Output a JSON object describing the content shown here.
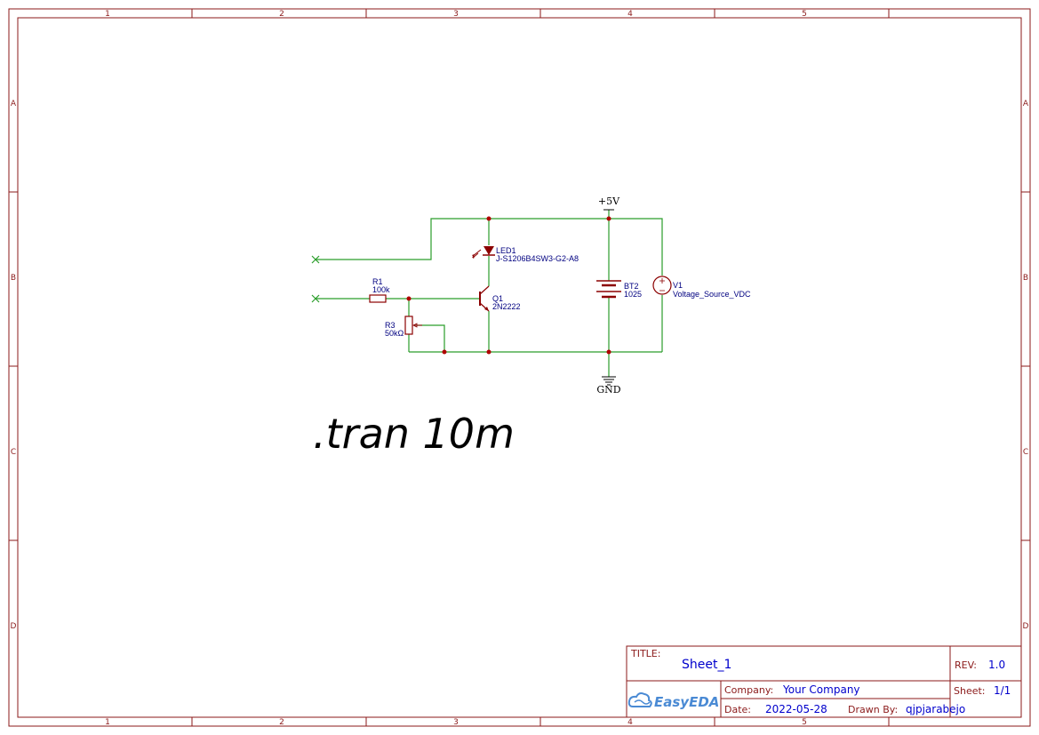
{
  "frame": {
    "columns": [
      "1",
      "2",
      "3",
      "4",
      "5"
    ],
    "rows": [
      "A",
      "B",
      "C",
      "D"
    ]
  },
  "components": {
    "led1": {
      "ref": "LED1",
      "value": "J-S1206B4SW3-G2-A8"
    },
    "r1": {
      "ref": "R1",
      "value": "100k"
    },
    "r3": {
      "ref": "R3",
      "value": "50kΩ"
    },
    "q1": {
      "ref": "Q1",
      "value": "2N2222"
    },
    "bt2": {
      "ref": "BT2",
      "value": "1025"
    },
    "v1": {
      "ref": "V1",
      "value": "Voltage_Source_VDC"
    }
  },
  "nets": {
    "vcc": "+5V",
    "gnd": "GND"
  },
  "directive": ".tran 10m",
  "title_block": {
    "title_label": "TITLE:",
    "title": "Sheet_1",
    "rev_label": "REV:",
    "rev": "1.0",
    "company_label": "Company:",
    "company": "Your Company",
    "sheet_label": "Sheet:",
    "sheet": "1/1",
    "date_label": "Date:",
    "date": "2022-05-28",
    "drawn_by_label": "Drawn By:",
    "drawn_by": "qjpjarabejo",
    "logo": "EasyEDA"
  },
  "colors": {
    "frame": "#8b1a1a",
    "wire": "#2a9d2a",
    "component": "#8b0000",
    "label": "#000080",
    "title_value": "#0000cc"
  }
}
